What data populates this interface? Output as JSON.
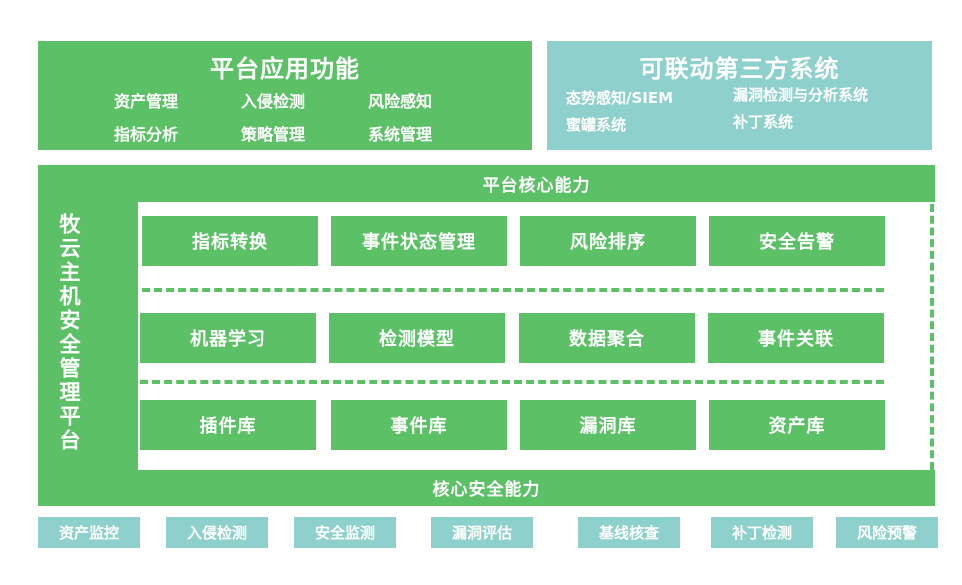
{
  "app_panel": {
    "title": "平台应用功能",
    "items": [
      "资产管理",
      "入侵检测",
      "风险感知",
      "指标分析",
      "策略管理",
      "系统管理"
    ]
  },
  "third_party_panel": {
    "title": "可联动第三方系统",
    "items": [
      "态势感知/SIEM",
      "漏洞检测与分析系统",
      "蜜罐系统",
      "补丁系统"
    ]
  },
  "platform": {
    "vertical_title": "牧云主机安全管理平台",
    "core_title": "平台核心能力",
    "security_title": "核心安全能力",
    "rows": [
      [
        "指标转换",
        "事件状态管理",
        "风险排序",
        "安全告警"
      ],
      [
        "机器学习",
        "检测模型",
        "数据聚合",
        "事件关联"
      ],
      [
        "插件库",
        "事件库",
        "漏洞库",
        "资产库"
      ]
    ]
  },
  "bottom_tags": [
    "资产监控",
    "入侵检测",
    "安全监测",
    "漏洞评估",
    "基线核查",
    "补丁检测",
    "风险预警"
  ],
  "colors": {
    "green": "#5cc067",
    "teal": "#8ed0cb",
    "background": "#ffffff"
  }
}
